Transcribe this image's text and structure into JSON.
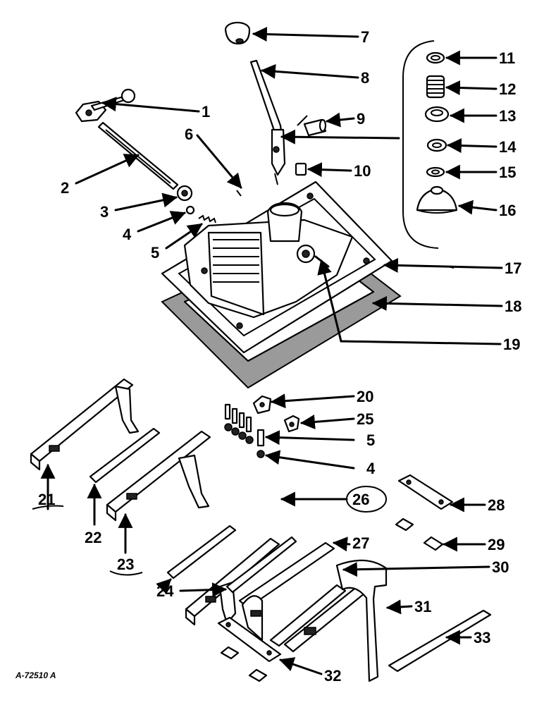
{
  "drawing_code": "A-72510 A",
  "callouts": [
    "1",
    "2",
    "3",
    "4",
    "5",
    "6",
    "7",
    "8",
    "9",
    "10",
    "11",
    "12",
    "13",
    "14",
    "15",
    "16",
    "17",
    "18",
    "19",
    "20",
    "25",
    "5",
    "4",
    "21",
    "22",
    "23",
    "26",
    "28",
    "27",
    "29",
    "24",
    "30",
    "31",
    "33",
    "32"
  ]
}
